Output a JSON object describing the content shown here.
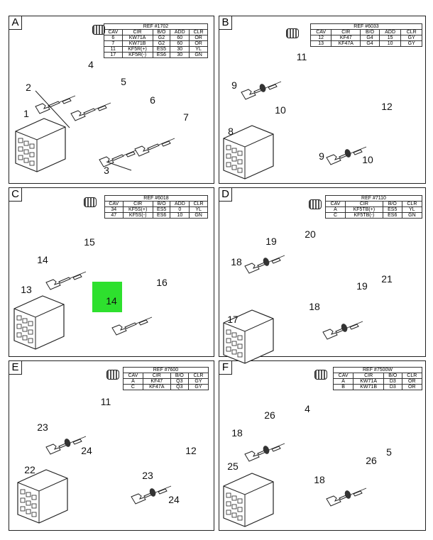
{
  "panels": [
    {
      "letter": "A",
      "ref": "REF #1702",
      "headers": [
        "CAV",
        "CIR",
        "B/O",
        "ADD",
        "CLR"
      ],
      "rows": [
        [
          "6",
          "KW71A",
          "G2",
          "60",
          "OR"
        ],
        [
          "7",
          "KW71B",
          "G2",
          "60",
          "OR"
        ],
        [
          "11",
          "KF5R(+)",
          "ES5",
          "30",
          "YL"
        ],
        [
          "17",
          "KF5R(-)",
          "ES6",
          "30",
          "GN"
        ]
      ],
      "callouts": [
        "1",
        "2",
        "3",
        "4",
        "5",
        "6",
        "7"
      ]
    },
    {
      "letter": "B",
      "ref": "REF #6033",
      "headers": [
        "CAV",
        "CIR",
        "B/O",
        "ADD",
        "CLR"
      ],
      "rows": [
        [
          "12",
          "KF47",
          "G4",
          "15",
          "GY"
        ],
        [
          "13",
          "KF47A",
          "G4",
          "10",
          "GY"
        ]
      ],
      "callouts": [
        "8",
        "9",
        "10",
        "11",
        "12",
        "9",
        "10"
      ]
    },
    {
      "letter": "C",
      "ref": "REF #6018",
      "headers": [
        "CAV",
        "CIR",
        "B/O",
        "ADD",
        "CLR"
      ],
      "rows": [
        [
          "34",
          "KF5S(+)",
          "ES5",
          "0",
          "YL"
        ],
        [
          "47",
          "KF5S(-)",
          "ES6",
          "10",
          "GN"
        ]
      ],
      "callouts": [
        "13",
        "14",
        "15",
        "14",
        "16"
      ]
    },
    {
      "letter": "D",
      "ref": "REF #7110",
      "headers": [
        "CAV",
        "CIR",
        "B/O",
        "CLR"
      ],
      "rows": [
        [
          "A",
          "KF5TB(+)",
          "ES5",
          "YL"
        ],
        [
          "C",
          "KF5TB(-)",
          "ES6",
          "GN"
        ]
      ],
      "callouts": [
        "17",
        "18",
        "19",
        "20",
        "18",
        "19",
        "21"
      ]
    },
    {
      "letter": "E",
      "ref": "REF #7600",
      "headers": [
        "CAV",
        "CIR",
        "B/O",
        "CLR"
      ],
      "rows": [
        [
          "A",
          "KF47",
          "Q3",
          "GY"
        ],
        [
          "C",
          "KF47A",
          "Q3",
          "GY"
        ]
      ],
      "callouts": [
        "22",
        "23",
        "24",
        "11",
        "23",
        "24",
        "12"
      ]
    },
    {
      "letter": "F",
      "ref": "REF #7500W",
      "headers": [
        "CAV",
        "CIR",
        "B/O",
        "CLR"
      ],
      "rows": [
        [
          "A",
          "KW71A",
          "D3",
          "OR"
        ],
        [
          "B",
          "KW71B",
          "D3",
          "OR"
        ]
      ],
      "callouts": [
        "25",
        "18",
        "26",
        "4",
        "18",
        "26",
        "5"
      ]
    }
  ],
  "highlight_color": "#2ee02e"
}
